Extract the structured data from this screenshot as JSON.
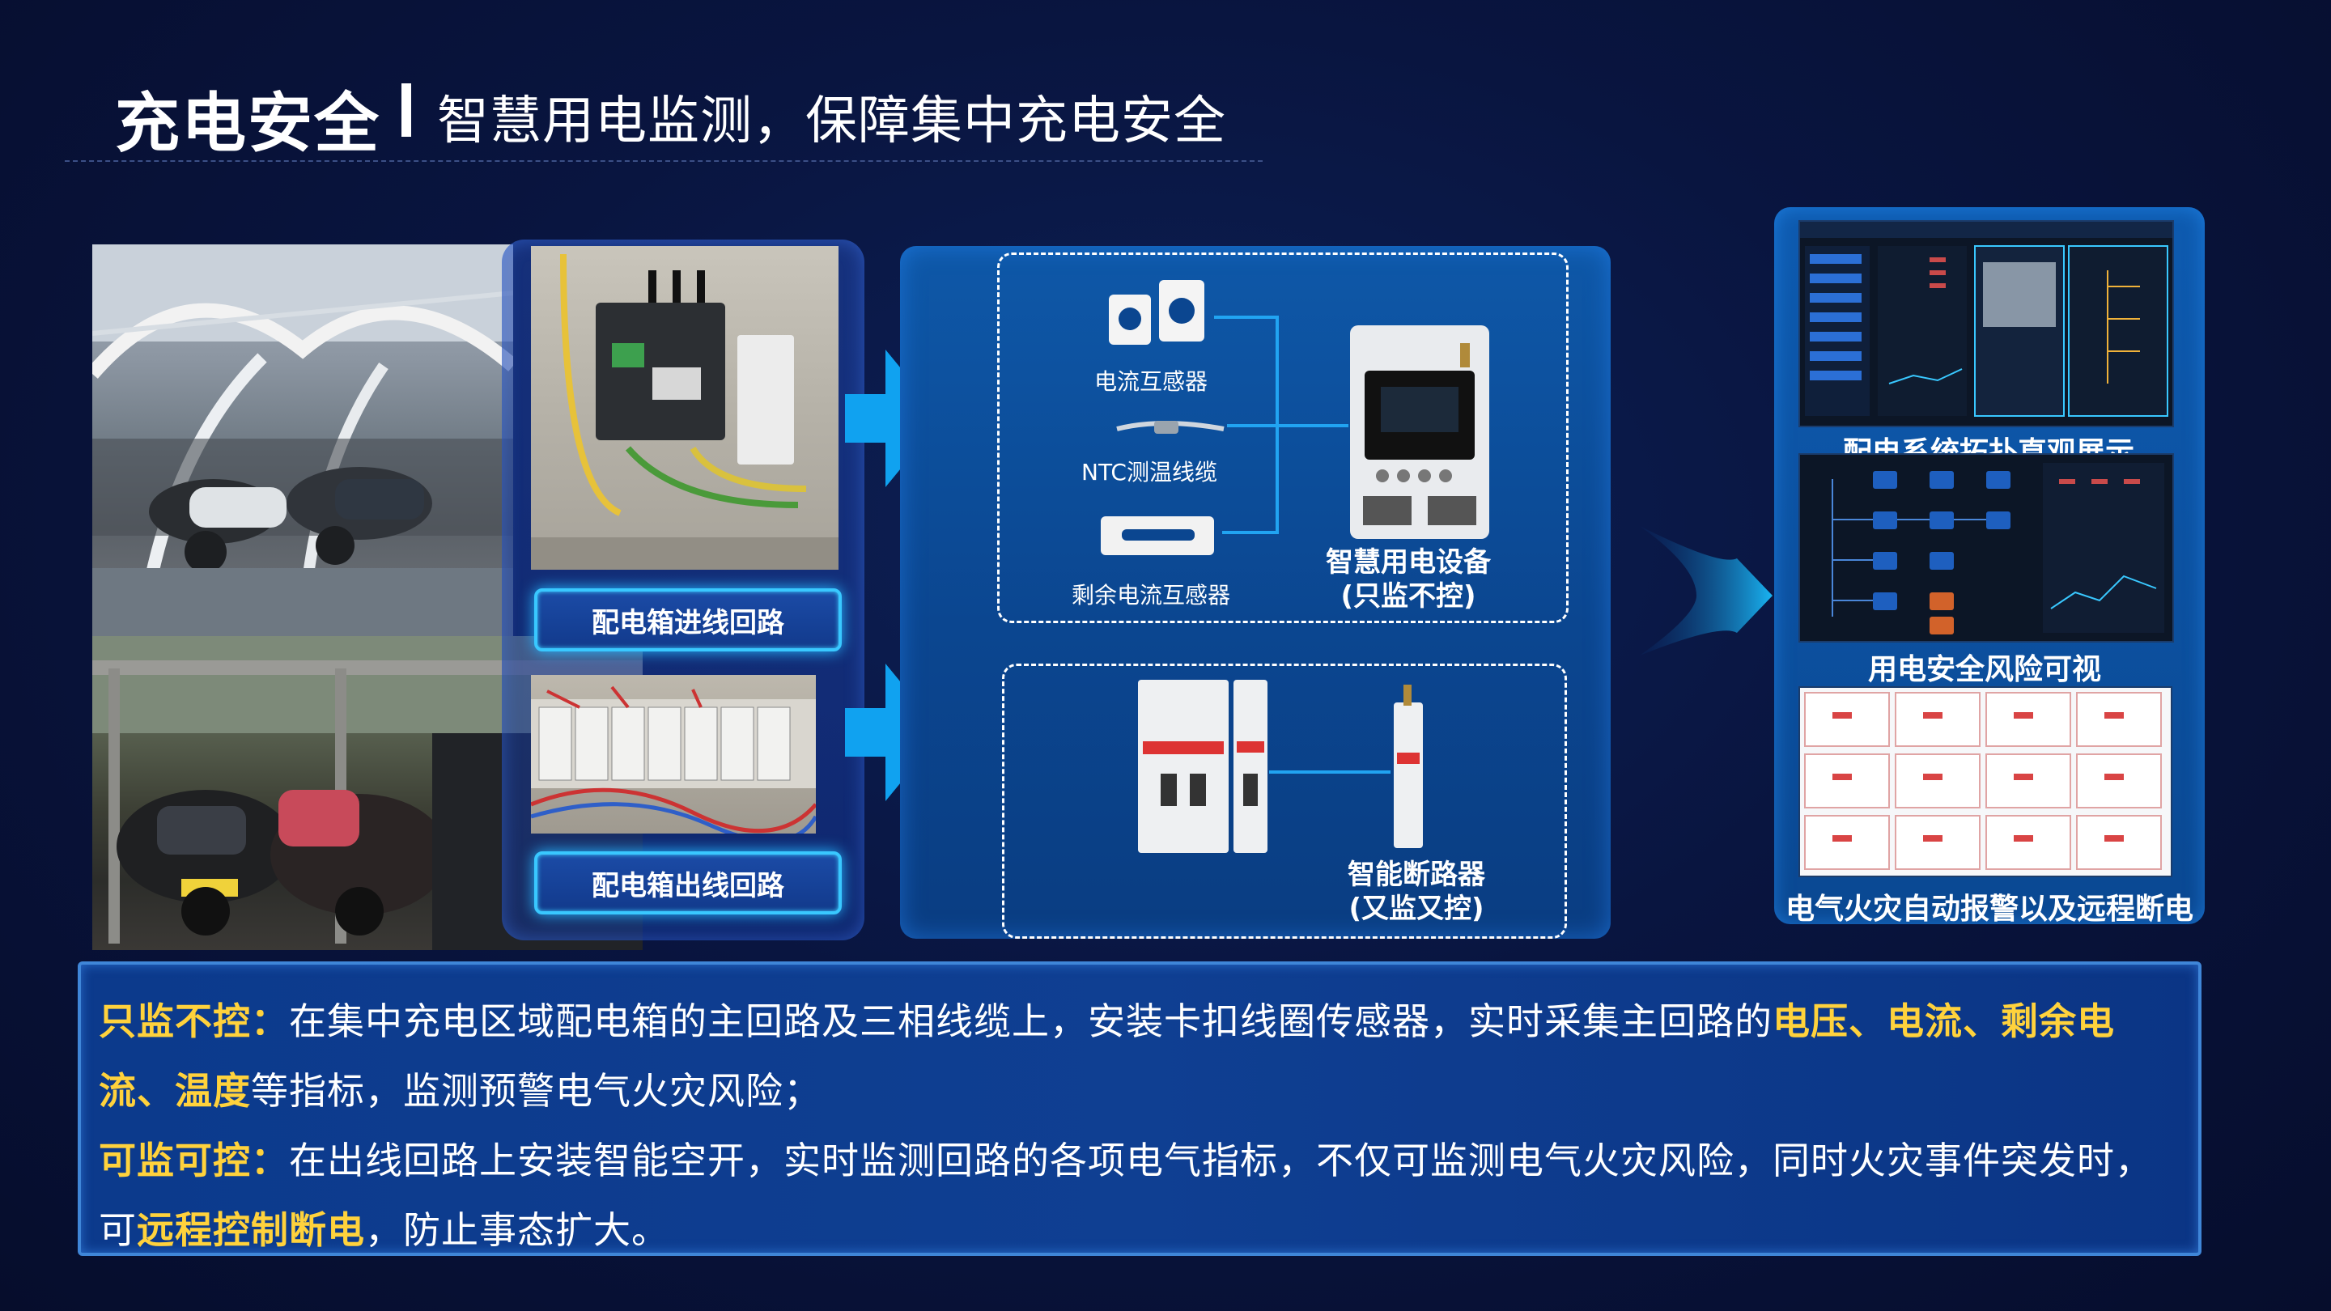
{
  "title": {
    "main": "充电安全",
    "sub": "智慧用电监测，保障集中充电安全"
  },
  "photos": {
    "in_label": "配电箱进线回路",
    "out_label": "配电箱出线回路"
  },
  "devices": {
    "ct": "电流互感器",
    "ntc": "NTC测温线缆",
    "rcd": "剩余电流互感器",
    "smart_device": [
      "智慧用电设备",
      "(只监不控)"
    ],
    "breaker": [
      "智能断路器",
      "(又监又控)"
    ]
  },
  "right_panel": {
    "caption1": "配电系统拓扑直观展示",
    "caption2": "用电安全风险可视",
    "caption3": "电气火灾自动报警以及远程断电"
  },
  "bottom": {
    "l1_hl": "只监不控：",
    "l1_text": "在集中充电区域配电箱的主回路及三相线缆上，安装卡扣线圈传感器，实时采集主回路的",
    "l1_hl2": "电压、电流、剩余电",
    "l2_hl": "流、温度",
    "l2_text": "等指标，监测预警电气火灾风险；",
    "l3_hl": "可监可控：",
    "l3_text": "在出线回路上安装智能空开，实时监测回路的各项电气指标，不仅可监测电气火灾风险，同时火灾事件突发时，",
    "l4_pre": "可",
    "l4_hl": "远程控制断电",
    "l4_text": "，防止事态扩大。"
  },
  "colors": {
    "background": "#091540",
    "highlight": "#ffd23c",
    "accent": "#39c8ff"
  }
}
